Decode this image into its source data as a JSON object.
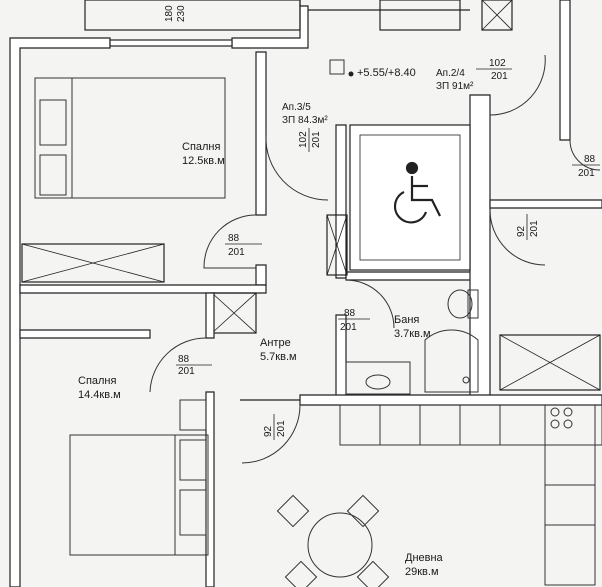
{
  "plan": {
    "top_dim_upper": "180",
    "top_dim_lower": "230",
    "elevation": "+5.55/+8.40",
    "units": [
      {
        "name": "Ап.3/5",
        "area": "ЗП  84.3м²"
      },
      {
        "name": "Ап.2/4",
        "area": "ЗП  91м²"
      }
    ],
    "rooms": [
      {
        "name": "Спалня",
        "area": "12.5кв.м"
      },
      {
        "name": "Спалня",
        "area": "14.4кв.м"
      },
      {
        "name": "Антре",
        "area": "5.7кв.м"
      },
      {
        "name": "Баня",
        "area": "3.7кв.м"
      },
      {
        "name": "Дневна",
        "area": "29кв.м"
      }
    ],
    "doors": [
      {
        "w": "102",
        "h": "201"
      },
      {
        "w": "102",
        "h": "201"
      },
      {
        "w": "88",
        "h": "201"
      },
      {
        "w": "88",
        "h": "201"
      },
      {
        "w": "88",
        "h": "201"
      },
      {
        "w": "88",
        "h": "201"
      },
      {
        "w": "92",
        "h": "201"
      },
      {
        "w": "92",
        "h": "201"
      }
    ],
    "accessibility_icon": "wheelchair-icon"
  }
}
